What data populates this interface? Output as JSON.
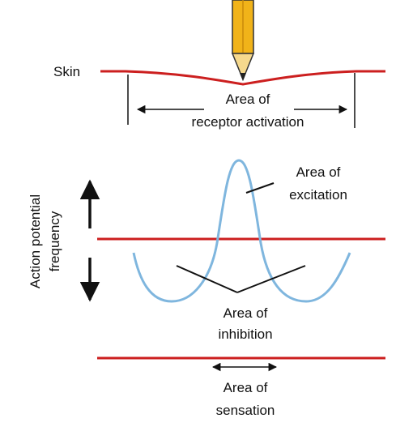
{
  "labels": {
    "skin": "Skin",
    "receptor_area_line1": "Area of",
    "receptor_area_line2": "receptor activation",
    "y_axis_line1": "Action potential",
    "y_axis_line2": "frequency",
    "excitation_line1": "Area of",
    "excitation_line2": "excitation",
    "inhibition_line1": "Area of",
    "inhibition_line2": "inhibition",
    "sensation_line1": "Area of",
    "sensation_line2": "sensation"
  },
  "icons": {
    "stimulus": "pencil-icon"
  },
  "colors": {
    "skin_line": "#cc1f1f",
    "baseline": "#cc1f1f",
    "response_curve": "#7fb6de",
    "pencil_body": "#f1b319",
    "pencil_tip": "#f6d98d",
    "text": "#111111"
  }
}
